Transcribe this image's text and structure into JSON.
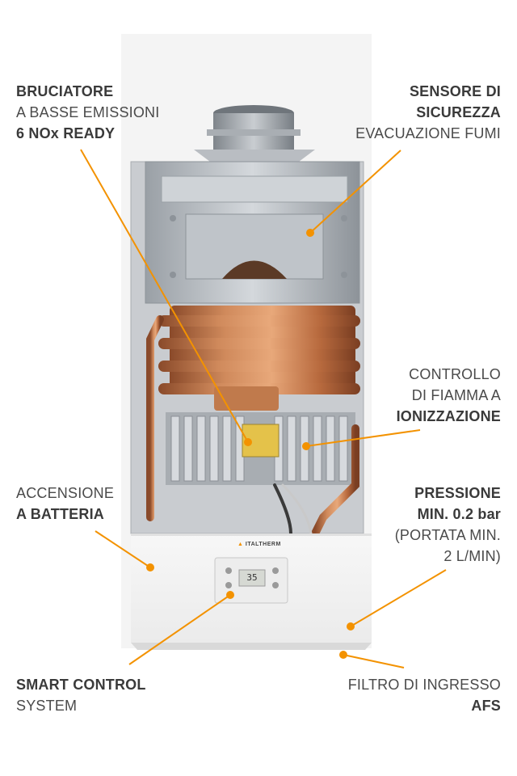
{
  "brand": {
    "logo_text": "ITALTHERM"
  },
  "display": {
    "readout": "35"
  },
  "colors": {
    "accent": "#f39200",
    "text": "#3f3f3f",
    "copper": "#c8774a",
    "casing": "#f2f2f2"
  },
  "callouts": {
    "burner": {
      "line1": "BRUCIATORE",
      "line2": "A BASSE EMISSIONI",
      "line3": "6 NOx READY"
    },
    "safety_sensor": {
      "line1": "SENSORE DI",
      "line2": "SICUREZZA",
      "line3": "EVACUAZIONE FUMI"
    },
    "flame_control": {
      "line1": "CONTROLLO",
      "line2": "DI FIAMMA A",
      "line3": "IONIZZAZIONE"
    },
    "ignition": {
      "line1": "ACCENSIONE",
      "line2": "A BATTERIA"
    },
    "pressure": {
      "line1": "PRESSIONE",
      "line2": "MIN. 0.2 bar",
      "line3": "(PORTATA MIN.",
      "line4": "2 L/MIN)"
    },
    "smart_control": {
      "line1": "SMART CONTROL",
      "line2": "SYSTEM"
    },
    "filter": {
      "line1": "FILTRO DI INGRESSO",
      "line2": "AFS"
    }
  }
}
